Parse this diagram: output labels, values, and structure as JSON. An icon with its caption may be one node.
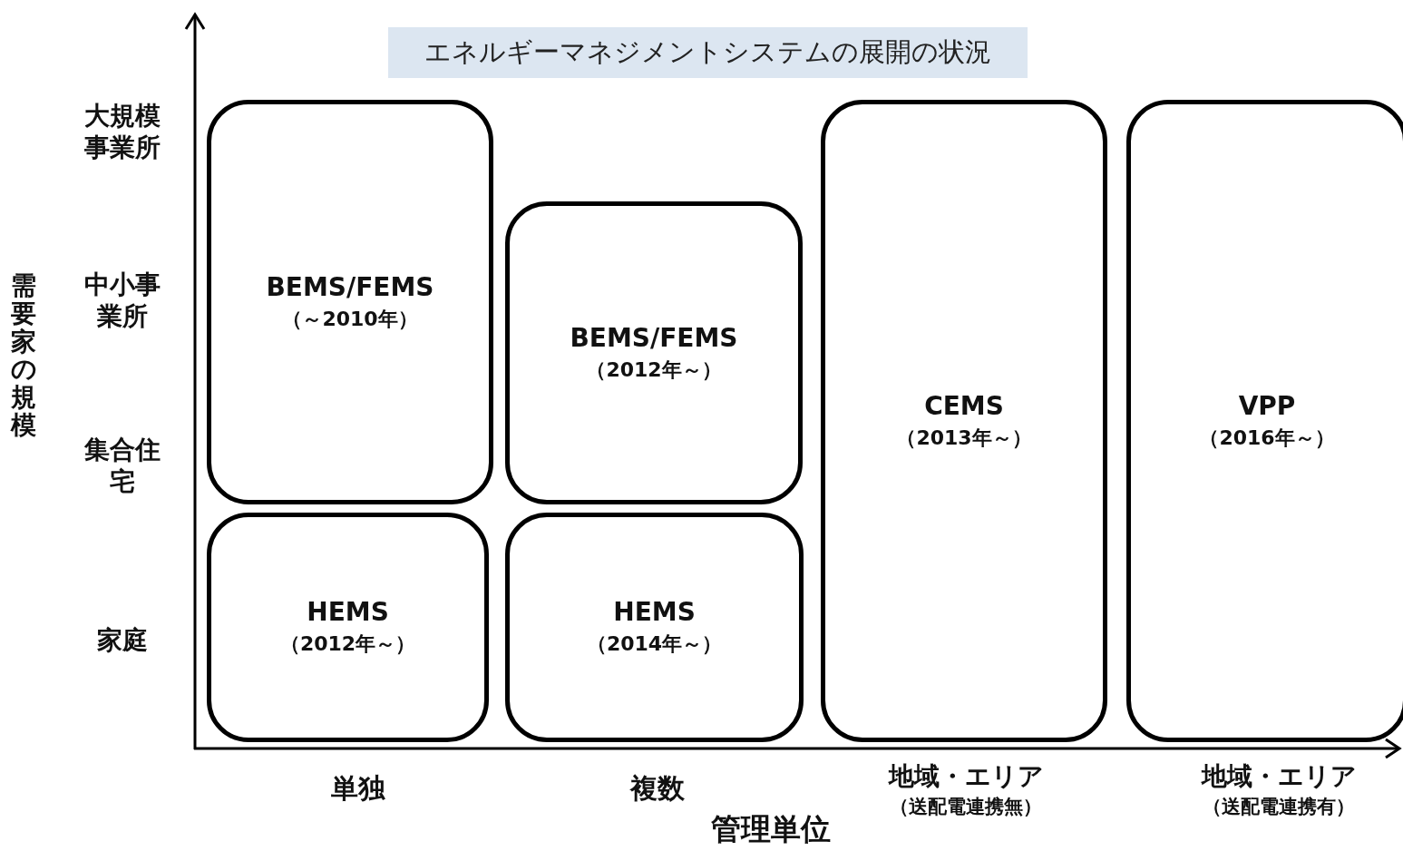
{
  "diagram": {
    "title": "エネルギーマネジメントシステムの展開の状況",
    "nodes": [
      {
        "text": [
          "BEMS/FEMS",
          "（～2010年）"
        ]
      },
      {
        "text": [
          "BEMS/FEMS",
          "（2012年～）"
        ]
      },
      {
        "text": [
          "CEMS",
          "（2013年～）"
        ]
      },
      {
        "text": [
          "VPP",
          "（2016年～）"
        ]
      },
      {
        "text": [
          "HEMS",
          "（2012年～）"
        ]
      },
      {
        "text": [
          "HEMS",
          "（2014年～）"
        ]
      }
    ],
    "edges": [],
    "labels": [
      "大規模事業所",
      "中小事業所",
      "需要家の規模",
      "集合住宅",
      "家庭",
      "単独",
      "複数",
      "地域・エリア",
      "（送配電連携無）",
      "地域・エリア",
      "（送配電連携有）",
      "管理単位"
    ]
  }
}
